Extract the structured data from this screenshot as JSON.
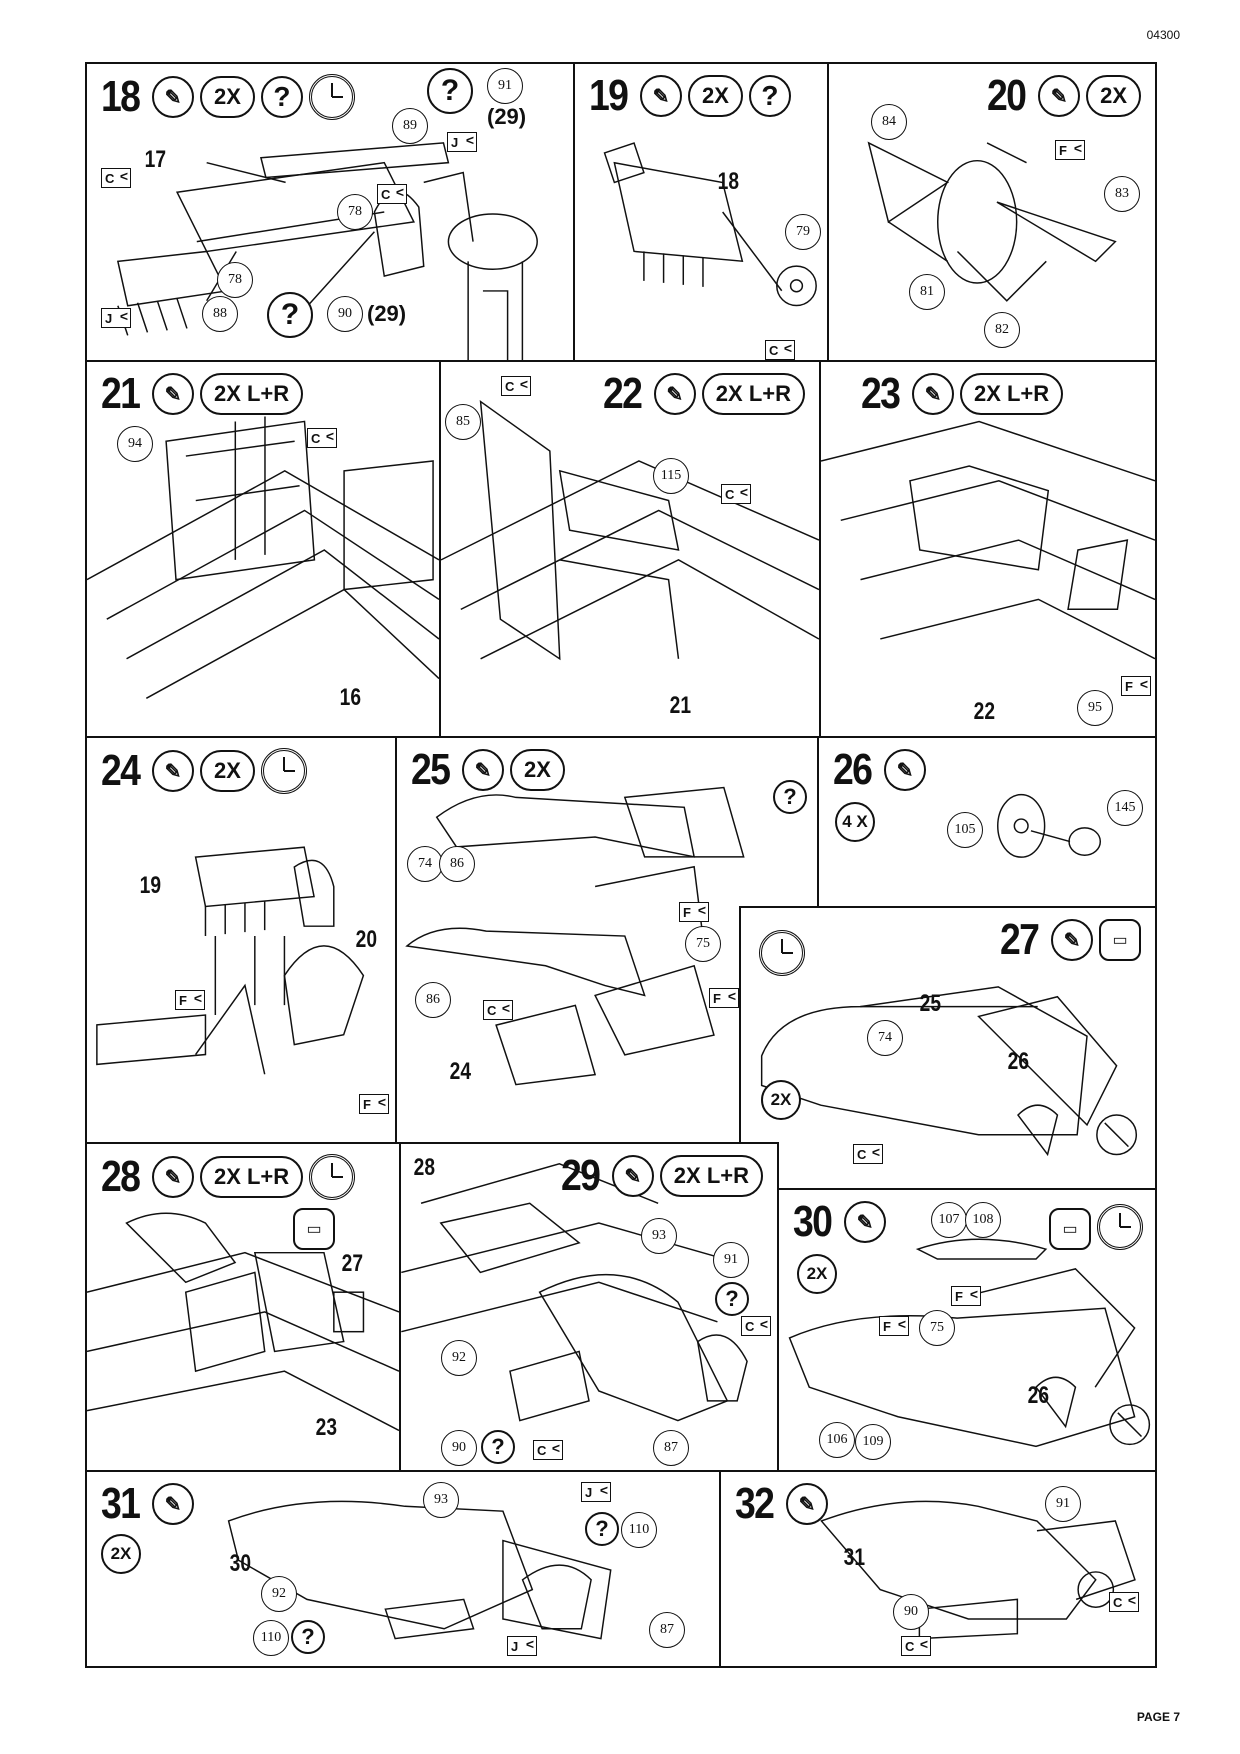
{
  "document": {
    "code": "04300",
    "page": "PAGE 7"
  },
  "icons": {
    "glue": "glue-tube-icon",
    "paint": "paint-brush-icon",
    "clock": "drying-clock-icon",
    "decal": "water-decal-icon",
    "help": "question-mark-icon"
  },
  "steps": {
    "s18": {
      "num": "18",
      "mult": "2X",
      "q": "?",
      "parts": [
        "91",
        "89",
        "78",
        "78",
        "88",
        "90"
      ],
      "refs": [
        "17"
      ],
      "paren29a": "(29)",
      "paren29b": "(29)",
      "tags": [
        "C",
        "J",
        "C",
        "J"
      ]
    },
    "s19": {
      "num": "19",
      "mult": "2X",
      "q": "?",
      "parts": [
        "79"
      ],
      "refs": [
        "18"
      ],
      "tags": [
        "C"
      ]
    },
    "s20": {
      "num": "20",
      "mult": "2X",
      "parts": [
        "84",
        "83",
        "81",
        "82"
      ],
      "tags": [
        "F"
      ]
    },
    "s21": {
      "num": "21",
      "mult": "2X L+R",
      "parts": [
        "94"
      ],
      "refs": [
        "16"
      ],
      "tags": [
        "C"
      ]
    },
    "s22": {
      "num": "22",
      "mult": "2X L+R",
      "parts": [
        "85",
        "115"
      ],
      "refs": [
        "21"
      ],
      "tags": [
        "C",
        "C"
      ]
    },
    "s23": {
      "num": "23",
      "mult": "2X L+R",
      "parts": [
        "95"
      ],
      "refs": [
        "22"
      ],
      "tags": [
        "F"
      ]
    },
    "s24": {
      "num": "24",
      "mult": "2X",
      "refs": [
        "19",
        "20"
      ],
      "tags": [
        "F",
        "F"
      ]
    },
    "s25": {
      "num": "25",
      "mult": "2X",
      "q": "?",
      "parts": [
        "74",
        "86",
        "86",
        "75"
      ],
      "refs": [
        "24"
      ],
      "tags": [
        "F",
        "C",
        "F"
      ]
    },
    "s26": {
      "num": "26",
      "mult": "4 X",
      "parts": [
        "105",
        "145"
      ]
    },
    "s27": {
      "num": "27",
      "mult": "2X",
      "parts": [
        "74"
      ],
      "refs": [
        "25",
        "26"
      ],
      "tags": [
        "C"
      ]
    },
    "s28": {
      "num": "28",
      "mult": "2X L+R",
      "refs": [
        "27",
        "23"
      ]
    },
    "s29": {
      "num": "29",
      "mult": "2X L+R",
      "q": "?",
      "parts": [
        "93",
        "91",
        "92",
        "90",
        "87"
      ],
      "refs": [
        "28"
      ],
      "tags": [
        "C",
        "C"
      ]
    },
    "s30": {
      "num": "30",
      "mult": "2X",
      "parts": [
        "107",
        "108",
        "75",
        "106",
        "109"
      ],
      "refs": [
        "26"
      ],
      "tags": [
        "F",
        "F"
      ]
    },
    "s31": {
      "num": "31",
      "mult": "2X",
      "q": "?",
      "parts": [
        "93",
        "110",
        "92",
        "87",
        "110"
      ],
      "refs": [
        "30"
      ],
      "tags": [
        "J",
        "J"
      ]
    },
    "s32": {
      "num": "32",
      "parts": [
        "91",
        "90"
      ],
      "refs": [
        "31"
      ],
      "tags": [
        "C",
        "C"
      ]
    }
  }
}
